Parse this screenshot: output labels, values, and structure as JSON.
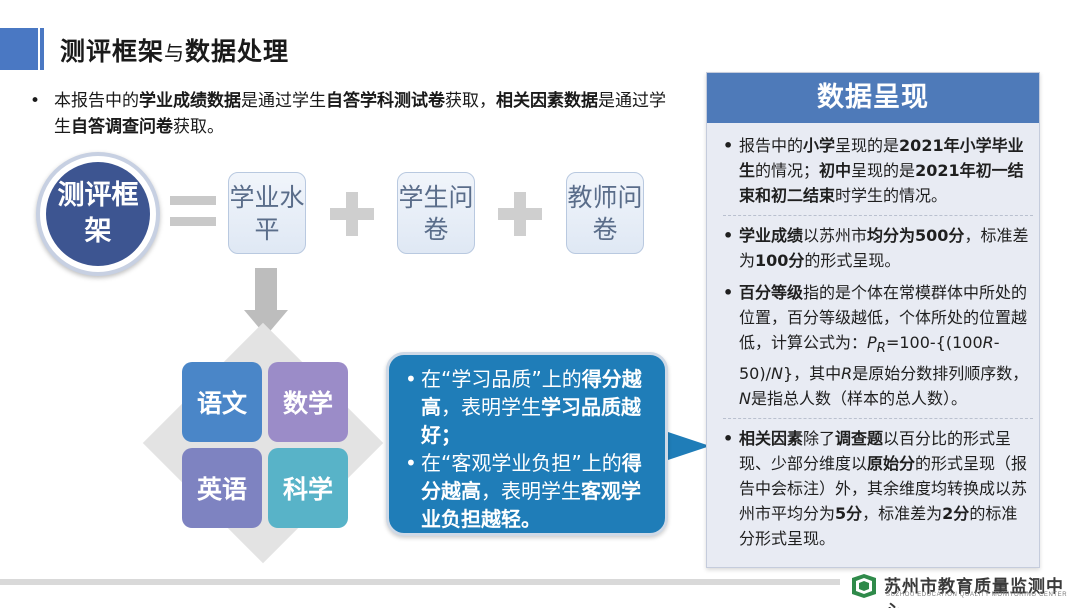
{
  "title": {
    "part1": "测评框架",
    "part2": "与",
    "part3": "数据处理"
  },
  "intro": {
    "bullet": "•",
    "t1": "本报告中的",
    "b1": "学业成绩数据",
    "t2": "是通过学生",
    "b2": "自答学科测试卷",
    "t3": "获取，",
    "b3": "相关因素数据",
    "t4": "是通过学生",
    "b4": "自答调查问卷",
    "t5": "获取。"
  },
  "framework": {
    "circle_label": "测评框架",
    "boxes": [
      "学业水平",
      "学生问卷",
      "教师问卷"
    ]
  },
  "subjects": [
    {
      "label": "语文",
      "color": "#4a86c8"
    },
    {
      "label": "数学",
      "color": "#9b8cc8"
    },
    {
      "label": "英语",
      "color": "#7e83c1"
    },
    {
      "label": "科学",
      "color": "#58b3c8"
    }
  ],
  "callout": {
    "bullet": "•",
    "p1_t1": "在“学习品质”上的",
    "p1_b1": "得分越高",
    "p1_t2": "，表明学生",
    "p1_b2": "学习品质越好；",
    "p2_t1": "在“客观学业负担”上的",
    "p2_b1": "得分越高",
    "p2_t2": "，表明学生",
    "p2_b2": "客观学业负担越轻。"
  },
  "panel": {
    "header": "数据呈现",
    "bullet": "•",
    "i1_t1": "报告中的",
    "i1_b1": "小学",
    "i1_t2": "呈现的是",
    "i1_b2": "2021年小学毕业生",
    "i1_t3": "的情况；",
    "i1_b3": "初中",
    "i1_t4": "呈现的是",
    "i1_b4": "2021年初一结束和初二结束",
    "i1_t5": "时学生的情况。",
    "i2_b1": "学业成绩",
    "i2_t1": "以苏州市",
    "i2_b2": "均分为500分",
    "i2_t2": "，标准差为",
    "i2_b3": "100分",
    "i2_t3": "的形式呈现。",
    "i3_b1": "百分等级",
    "i3_t1": "指的是个体在常模群体中所处的位置，百分等级越低，个体所处的位置越低，计算公式为：",
    "i3_p": "P",
    "i3_sub": "R",
    "i3_t2": "=100-{(100",
    "i3_r1": "R",
    "i3_t3": "-50)/",
    "i3_n1": "N",
    "i3_t4": "}，其中",
    "i3_r2": "R",
    "i3_t5": "是原始分数排列顺序数，",
    "i3_n2": "N",
    "i3_t6": "是指总人数（样本的总人数）。",
    "i4_b1": "相关因素",
    "i4_t1": "除了",
    "i4_b2": "调查题",
    "i4_t2": "以百分比的形式呈现、少部分维度以",
    "i4_b3": "原始分",
    "i4_t3": "的形式呈现（报告中会标注）外，其余维度均转换成以苏州市平均分为",
    "i4_b4": "5分",
    "i4_t4": "，标准差为",
    "i4_b5": "2分",
    "i4_t5": "的标准分形式呈现。"
  },
  "footer": {
    "org_name": "苏州市教育质量监测中心",
    "org_en": "SUZHOU EDUCATION QUALITY MONITORING CENTER"
  }
}
